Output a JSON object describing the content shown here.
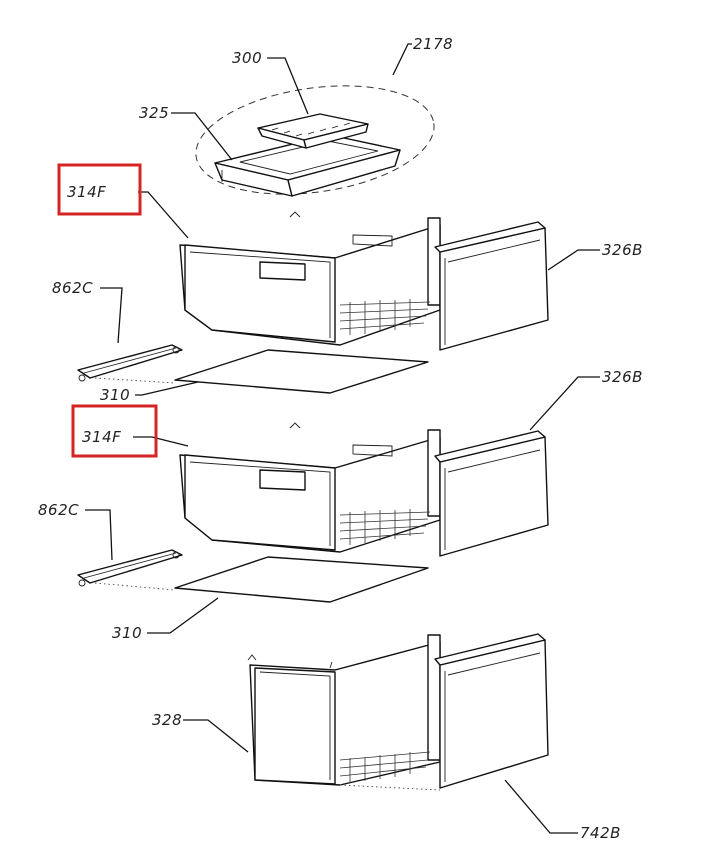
{
  "labels": {
    "kit_2178": "2178",
    "tray_300": "300",
    "tray_325": "325",
    "drawer_314f_top": "314F",
    "cover_326b_top": "326B",
    "rail_862c_top": "862C",
    "glass_310_top": "310",
    "drawer_314f_mid": "314F",
    "cover_326b_mid": "326B",
    "rail_862c_mid": "862C",
    "glass_310_mid": "310",
    "drawer_328": "328",
    "cover_742b": "742B"
  },
  "colors": {
    "highlight": "#d62424",
    "line": "#111111",
    "background": "#ffffff"
  }
}
